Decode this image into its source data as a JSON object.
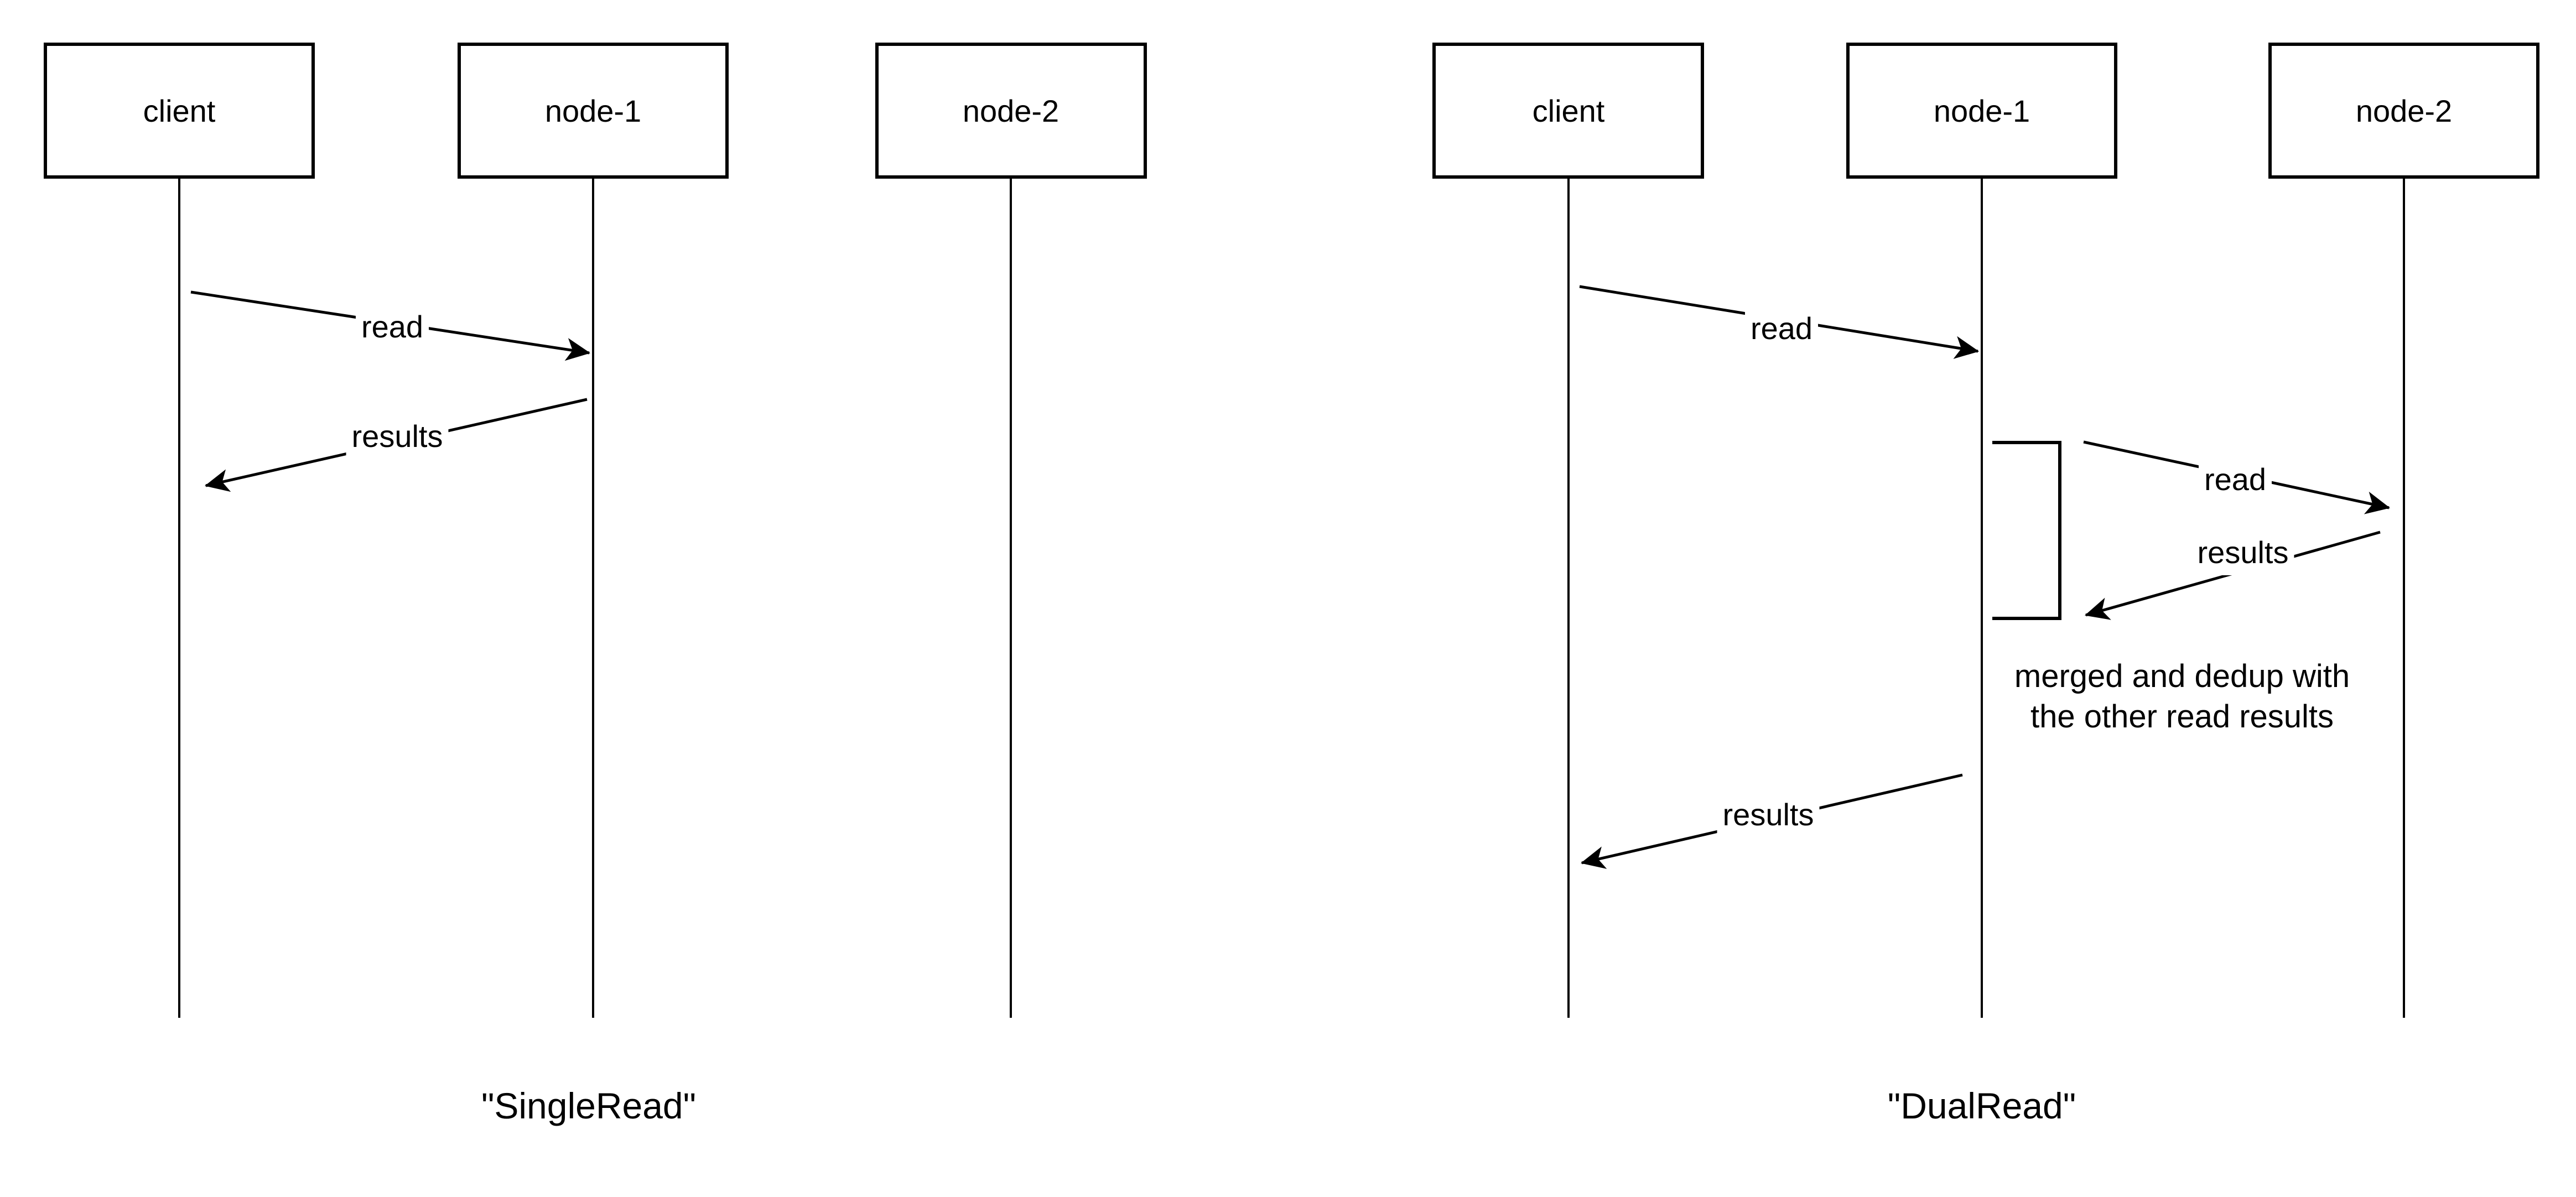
{
  "canvas": {
    "background_color": "#ffffff",
    "line_color": "#000000"
  },
  "diagrams": [
    {
      "id": "SingleRead",
      "title": "\"SingleRead\"",
      "actors": [
        "client",
        "node-1",
        "node-2"
      ],
      "messages": [
        {
          "label": "read",
          "from": "client",
          "to": "node-1"
        },
        {
          "label": "results",
          "from": "node-1",
          "to": "client"
        }
      ]
    },
    {
      "id": "DualRead",
      "title": "\"DualRead\"",
      "actors": [
        "client",
        "node-1",
        "node-2"
      ],
      "messages": [
        {
          "label": "read",
          "from": "client",
          "to": "node-1"
        },
        {
          "label": "read",
          "from": "node-1",
          "to": "node-2"
        },
        {
          "label": "results",
          "from": "node-2",
          "to": "node-1"
        },
        {
          "label": "results",
          "from": "node-1",
          "to": "client"
        }
      ],
      "annotation": {
        "line1": "merged and dedup with",
        "line2": "the other read results"
      }
    }
  ]
}
